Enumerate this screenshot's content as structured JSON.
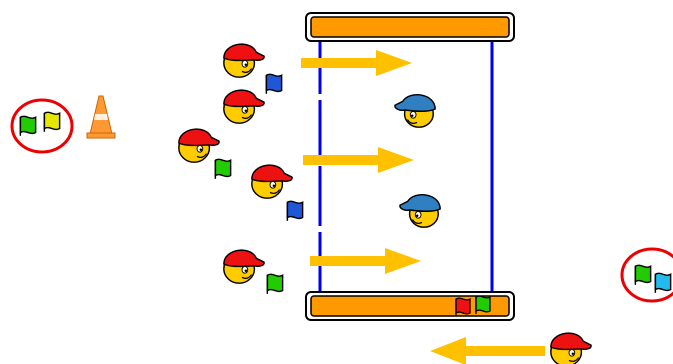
{
  "diagram": {
    "type": "sports-drill",
    "colors": {
      "bench": "#ff9900",
      "bench_stroke": "#000000",
      "line": "#0000ee",
      "arrow": "#ffc000",
      "red_cap": "#ee1111",
      "blue_cap": "#2f7fc1",
      "face": "#ffcc00",
      "flag_green": "#22cc00",
      "flag_blue": "#1f57d6",
      "flag_yellow": "#e6e600",
      "flag_red": "#ee1111",
      "flag_cyan": "#22bbee",
      "cone": "#ff9933",
      "highlight_circle": "#ee0000"
    },
    "elements": {
      "benches": 2,
      "field_lines": 2,
      "arrows": 4,
      "red_cap_players": 6,
      "blue_cap_players": 2,
      "cones": 1,
      "circled_flag_groups": 2
    },
    "icons": [
      "red-cap-player-icon",
      "blue-cap-player-icon",
      "flag-icon",
      "cone-icon",
      "arrow-icon",
      "bench-icon"
    ]
  }
}
